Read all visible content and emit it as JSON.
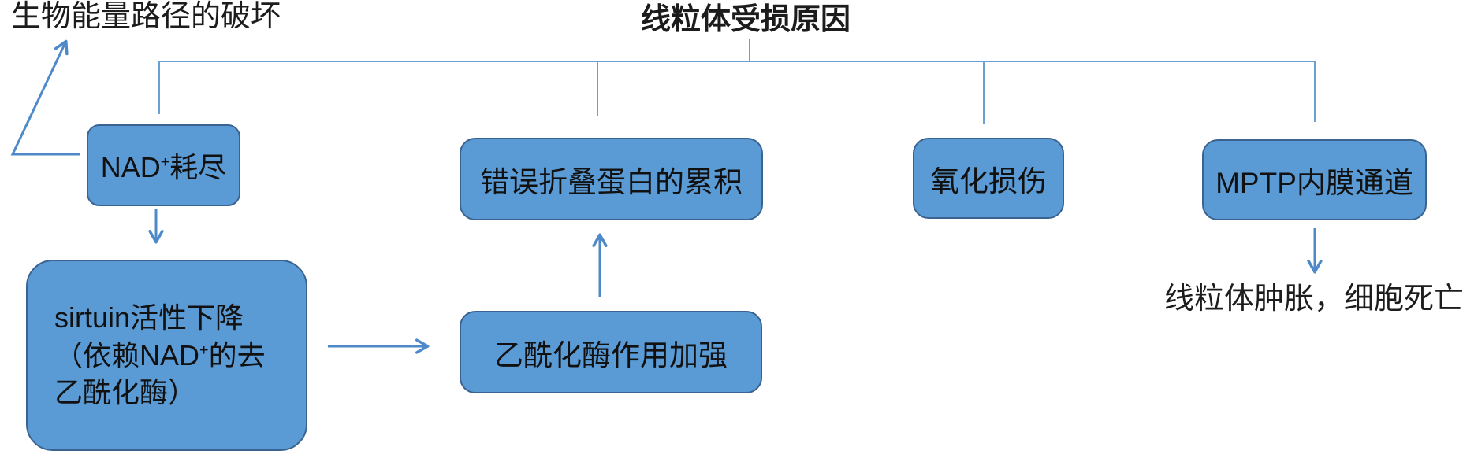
{
  "title": "线粒体受损原因",
  "labels": {
    "bioenergy": "生物能量路径的破坏",
    "outcome": "线粒体肿胀，细胞死亡"
  },
  "boxes": {
    "nad": {
      "pre": "NAD",
      "sup": "+",
      "post": "耗尽"
    },
    "misfolded": {
      "label": "错误折叠蛋白的累积"
    },
    "oxidative": {
      "label": "氧化损伤"
    },
    "mptp": {
      "label": "MPTP内膜通道"
    },
    "sirtuin": {
      "line1": "sirtuin活性下降",
      "line2_pre": "（依赖NAD",
      "line2_sup": "+",
      "line2_post": "的去",
      "line3": "乙酰化酶）"
    },
    "acetylase": {
      "label": "乙酰化酶作用加强"
    }
  },
  "colors": {
    "box_fill": "#5b9bd5",
    "box_border": "#3a6391",
    "tree_line": "#6b9fd8",
    "arrow": "#4e8ac9",
    "text": "#1c1c1c",
    "background": "#ffffff"
  }
}
